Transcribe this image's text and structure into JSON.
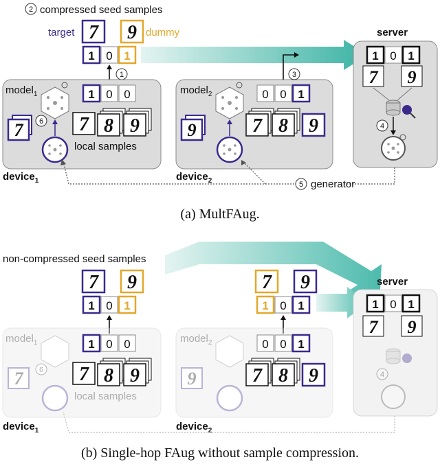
{
  "colors": {
    "target": "#3b2a8c",
    "dummy": "#e2a82a",
    "teal_start": "#d7efec",
    "teal_end": "#3bb3a4",
    "panel_fill": "#dcdcdc",
    "panel_stroke": "#8a8a8a"
  },
  "top": {
    "step2": "2",
    "compressed_label": "compressed seed samples",
    "target_label": "target",
    "dummy_label": "dummy",
    "seed_row": [
      "1",
      "0",
      "1"
    ],
    "step1": "1",
    "step3": "3",
    "step4": "4",
    "step5": "5",
    "step6": "6",
    "device1_label_row": [
      "1",
      "0",
      "0"
    ],
    "device2_label_row": [
      "0",
      "0",
      "1"
    ],
    "server_label_row": [
      "1",
      "0",
      "1"
    ],
    "model1": "model",
    "model1_sub": "1",
    "model2": "model",
    "model2_sub": "2",
    "local_samples": "local samples",
    "server": "server",
    "device1": "device",
    "device1_sub": "1",
    "device2": "device",
    "device2_sub": "2",
    "generator": "generator",
    "caption": "(a)  MultFAug."
  },
  "bottom": {
    "noncompressed_label": "non-compressed seed samples",
    "seed_row_left": [
      "1",
      "0",
      "1"
    ],
    "seed_row_right": [
      "1",
      "0",
      "1"
    ],
    "device1_label_row": [
      "1",
      "0",
      "0"
    ],
    "device2_label_row": [
      "0",
      "0",
      "1"
    ],
    "server_label_row": [
      "1",
      "0",
      "1"
    ],
    "model1": "model",
    "model1_sub": "1",
    "model2": "model",
    "model2_sub": "2",
    "local_samples": "local samples",
    "step6": "6",
    "step4": "4",
    "server": "server",
    "device1": "device",
    "device1_sub": "1",
    "device2": "device",
    "device2_sub": "2",
    "caption": "(b)  Single-hop FAug without sample compression."
  },
  "digits": {
    "seven": "7",
    "eight": "8",
    "nine": "9"
  }
}
